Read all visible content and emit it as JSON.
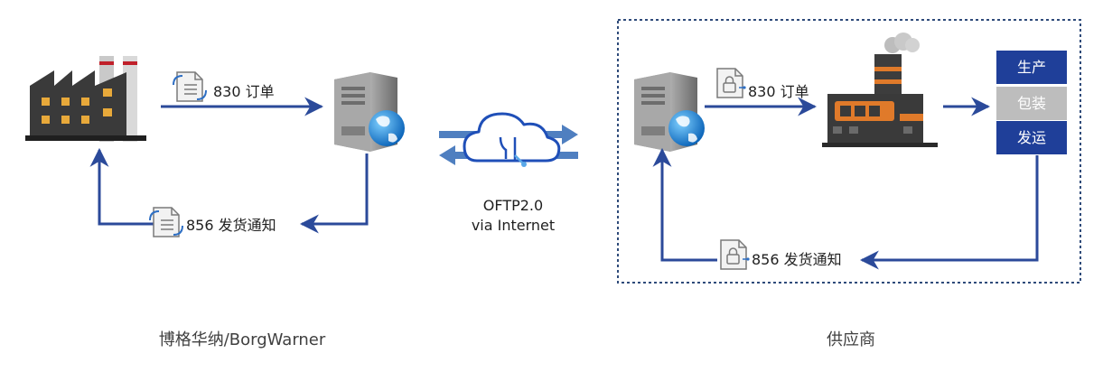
{
  "colors": {
    "arrow": "#2b4a9a",
    "internet_arrow": "#4f7fc0",
    "step_active": "#1f3f99",
    "step_muted": "#bdbdbd",
    "border": "#2f4b7a"
  },
  "icons": {
    "factory": "factory-icon",
    "server": "server-icon",
    "globe": "globe-icon",
    "cloud": "cloud-network-icon",
    "document": "document-icon",
    "locked_document": "locked-document-icon",
    "supplier_factory": "supplier-factory-icon"
  },
  "borgwarner": {
    "order_label": "830 订单",
    "ship_notice_label": "856 发货通知",
    "org_label": "博格华纳/BorgWarner"
  },
  "network": {
    "protocol": "OFTP2.0",
    "transport": "via Internet"
  },
  "supplier": {
    "order_label": "830 订单",
    "ship_notice_label": "856 发货通知",
    "org_label": "供应商",
    "steps": [
      "生产",
      "包装",
      "发运"
    ]
  }
}
